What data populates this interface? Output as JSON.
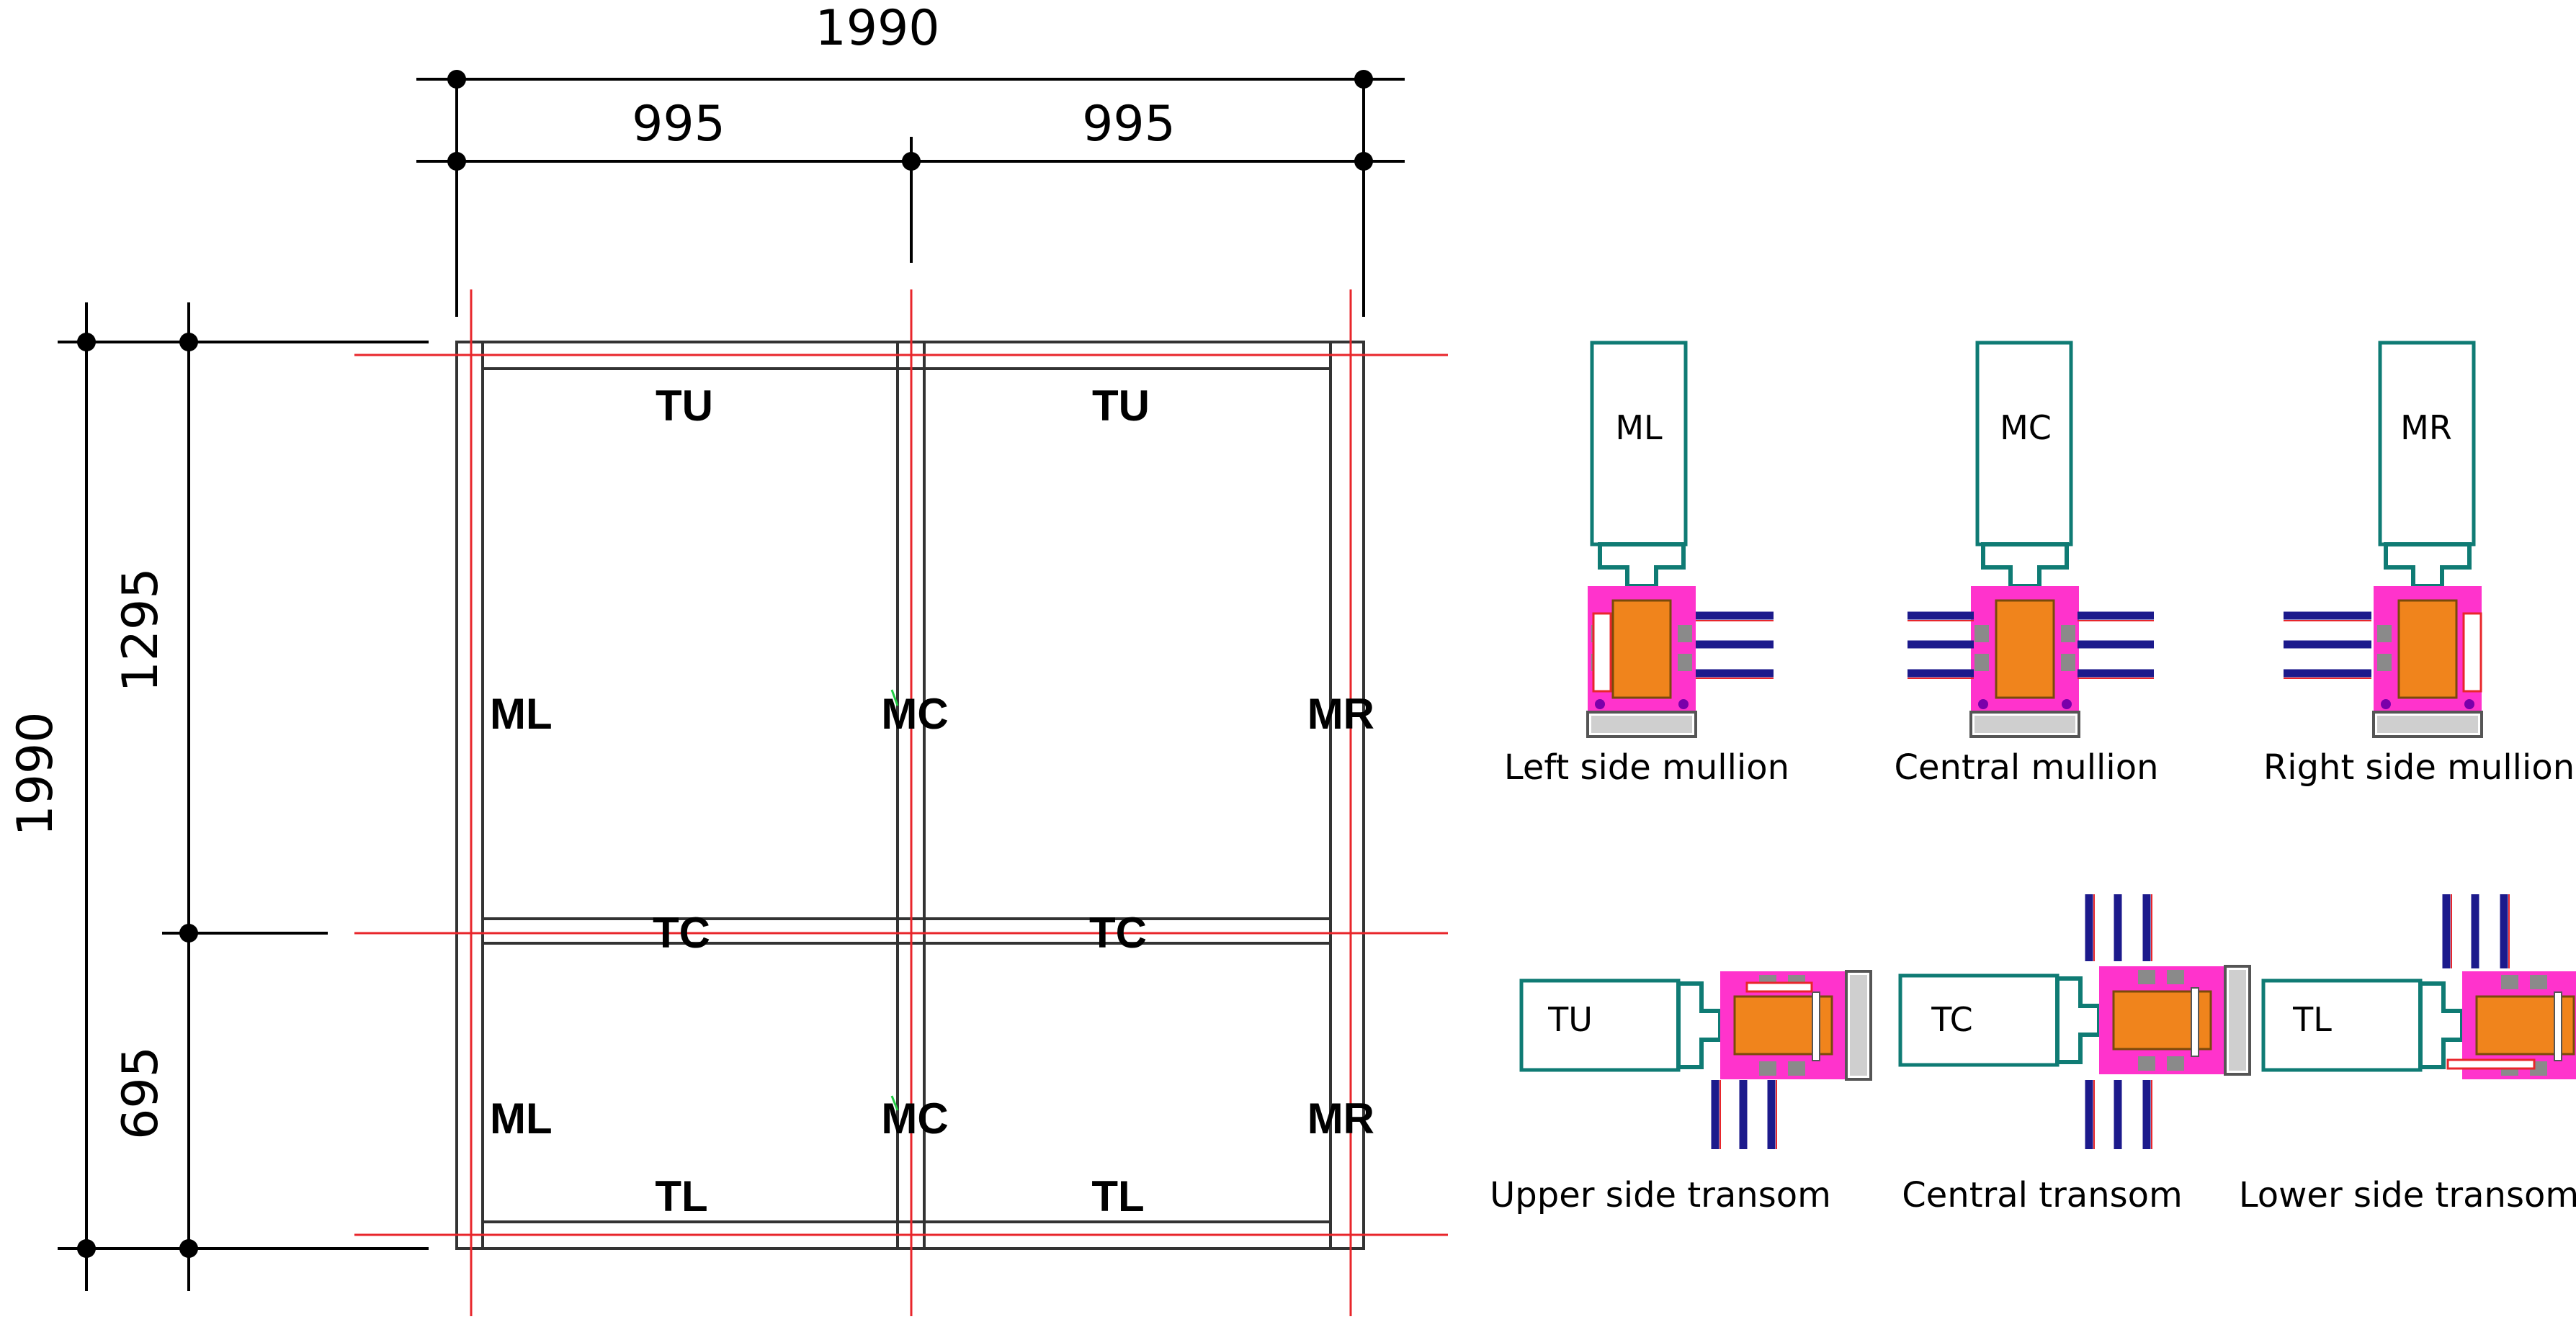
{
  "colors": {
    "red_line": "#e8262b",
    "frame": "#333333",
    "teal": "#0f7b74",
    "magenta": "#ff33cc",
    "orange": "#f0841c",
    "navy": "#1c1a8c",
    "gasket": "#b3b3b3",
    "green": "#22cc44"
  },
  "dimensions": {
    "top_total": "1990",
    "top_left": "995",
    "top_right": "995",
    "left_total": "1990",
    "left_upper": "1295",
    "left_lower": "695"
  },
  "cells": {
    "upper_left": {
      "top": "TU",
      "left": "ML",
      "right": "MC",
      "bottom": "TC"
    },
    "upper_right": {
      "top": "TU",
      "right": "MR",
      "bottom": "TC"
    },
    "lower_left": {
      "left": "ML",
      "right": "MC",
      "bottom": "TL"
    },
    "lower_right": {
      "right": "MR",
      "bottom": "TL"
    }
  },
  "mullions": [
    {
      "code": "ML",
      "caption": "Left side mullion"
    },
    {
      "code": "MC",
      "caption": "Central mullion"
    },
    {
      "code": "MR",
      "caption": "Right side mullion"
    }
  ],
  "transoms": [
    {
      "code": "TU",
      "caption": "Upper side transom"
    },
    {
      "code": "TC",
      "caption": "Central transom"
    },
    {
      "code": "TL",
      "caption": "Lower side transom"
    }
  ]
}
